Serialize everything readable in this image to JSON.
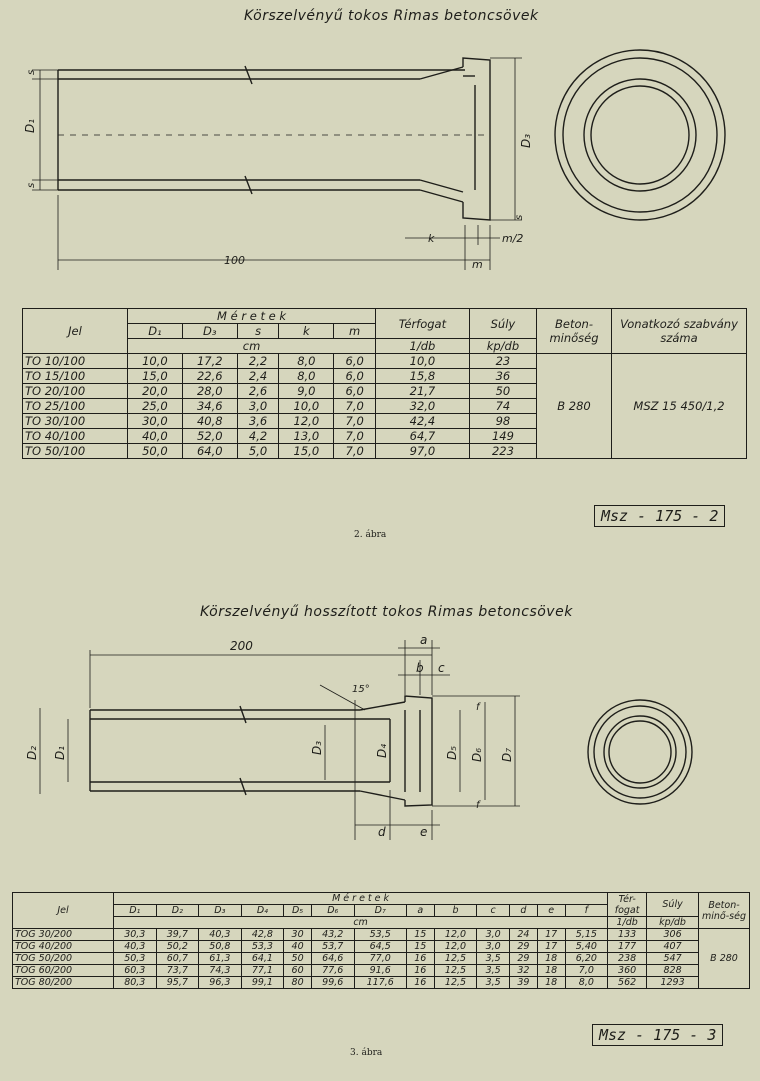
{
  "fig2": {
    "title": "Körszelvényű tokos Rimas betoncsövek",
    "caption": "2. ábra",
    "stamp": "Msz - 175 - 2",
    "dims": {
      "s": "s",
      "D1": "D₁",
      "D3": "D₃",
      "k": "k",
      "m2": "m/2",
      "m": "m",
      "len": "100"
    },
    "table": {
      "jel_header": "Jel",
      "meretek_header": "M é r e t e k",
      "cols": [
        "D₁",
        "D₃",
        "s",
        "k",
        "m"
      ],
      "unit": "cm",
      "terfogat_header": "Térfogat",
      "terfogat_unit": "1/db",
      "suly_header": "Súly",
      "suly_unit": "kp/db",
      "beton_header": "Beton-minőség",
      "szabvany_header": "Vonatkozó szabvány száma",
      "beton_value": "B 280",
      "szabvany_value": "MSZ 15 450/1,2",
      "rows": [
        [
          "TO 10/100",
          "10,0",
          "17,2",
          "2,2",
          "8,0",
          "6,0",
          "10,0",
          "23"
        ],
        [
          "TO 15/100",
          "15,0",
          "22,6",
          "2,4",
          "8,0",
          "6,0",
          "15,8",
          "36"
        ],
        [
          "TO 20/100",
          "20,0",
          "28,0",
          "2,6",
          "9,0",
          "6,0",
          "21,7",
          "50"
        ],
        [
          "TO 25/100",
          "25,0",
          "34,6",
          "3,0",
          "10,0",
          "7,0",
          "32,0",
          "74"
        ],
        [
          "TO 30/100",
          "30,0",
          "40,8",
          "3,6",
          "12,0",
          "7,0",
          "42,4",
          "98"
        ],
        [
          "TO 40/100",
          "40,0",
          "52,0",
          "4,2",
          "13,0",
          "7,0",
          "64,7",
          "149"
        ],
        [
          "TO 50/100",
          "50,0",
          "64,0",
          "5,0",
          "15,0",
          "7,0",
          "97,0",
          "223"
        ]
      ]
    }
  },
  "fig3": {
    "title": "Körszelvényű hosszított tokos Rimas betoncsövek",
    "caption": "3. ábra",
    "stamp": "Msz - 175 - 3",
    "dims": {
      "len": "200",
      "a": "a",
      "b": "b",
      "c": "c",
      "angle": "15°",
      "D1": "D₁",
      "D2": "D₂",
      "D3": "D₃",
      "D4": "D₄",
      "D5": "D₅",
      "D6": "D₆",
      "D7": "D₇",
      "d": "d",
      "e": "e",
      "f": "f"
    },
    "table": {
      "jel_header": "Jel",
      "meretek_header": "M é r e t e k",
      "cols": [
        "D₁",
        "D₂",
        "D₃",
        "D₄",
        "D₅",
        "D₆",
        "D₇",
        "a",
        "b",
        "c",
        "d",
        "e",
        "f"
      ],
      "unit": "cm",
      "terfogat_header": "Tér-fogat",
      "terfogat_unit": "1/db",
      "suly_header": "Súly",
      "suly_unit": "kp/db",
      "beton_header": "Beton-minő-ség",
      "beton_value": "B 280",
      "rows": [
        [
          "TOG 30/200",
          "30,3",
          "39,7",
          "40,3",
          "42,8",
          "30",
          "43,2",
          "53,5",
          "15",
          "12,0",
          "3,0",
          "24",
          "17",
          "5,15",
          "133",
          "306"
        ],
        [
          "TOG 40/200",
          "40,3",
          "50,2",
          "50,8",
          "53,3",
          "40",
          "53,7",
          "64,5",
          "15",
          "12,0",
          "3,0",
          "29",
          "17",
          "5,40",
          "177",
          "407"
        ],
        [
          "TOG 50/200",
          "50,3",
          "60,7",
          "61,3",
          "64,1",
          "50",
          "64,6",
          "77,0",
          "16",
          "12,5",
          "3,5",
          "29",
          "18",
          "6,20",
          "238",
          "547"
        ],
        [
          "TOG 60/200",
          "60,3",
          "73,7",
          "74,3",
          "77,1",
          "60",
          "77,6",
          "91,6",
          "16",
          "12,5",
          "3,5",
          "32",
          "18",
          "7,0",
          "360",
          "828"
        ],
        [
          "TOG 80/200",
          "80,3",
          "95,7",
          "96,3",
          "99,1",
          "80",
          "99,6",
          "117,6",
          "16",
          "12,5",
          "3,5",
          "39",
          "18",
          "8,0",
          "562",
          "1293"
        ]
      ]
    }
  }
}
